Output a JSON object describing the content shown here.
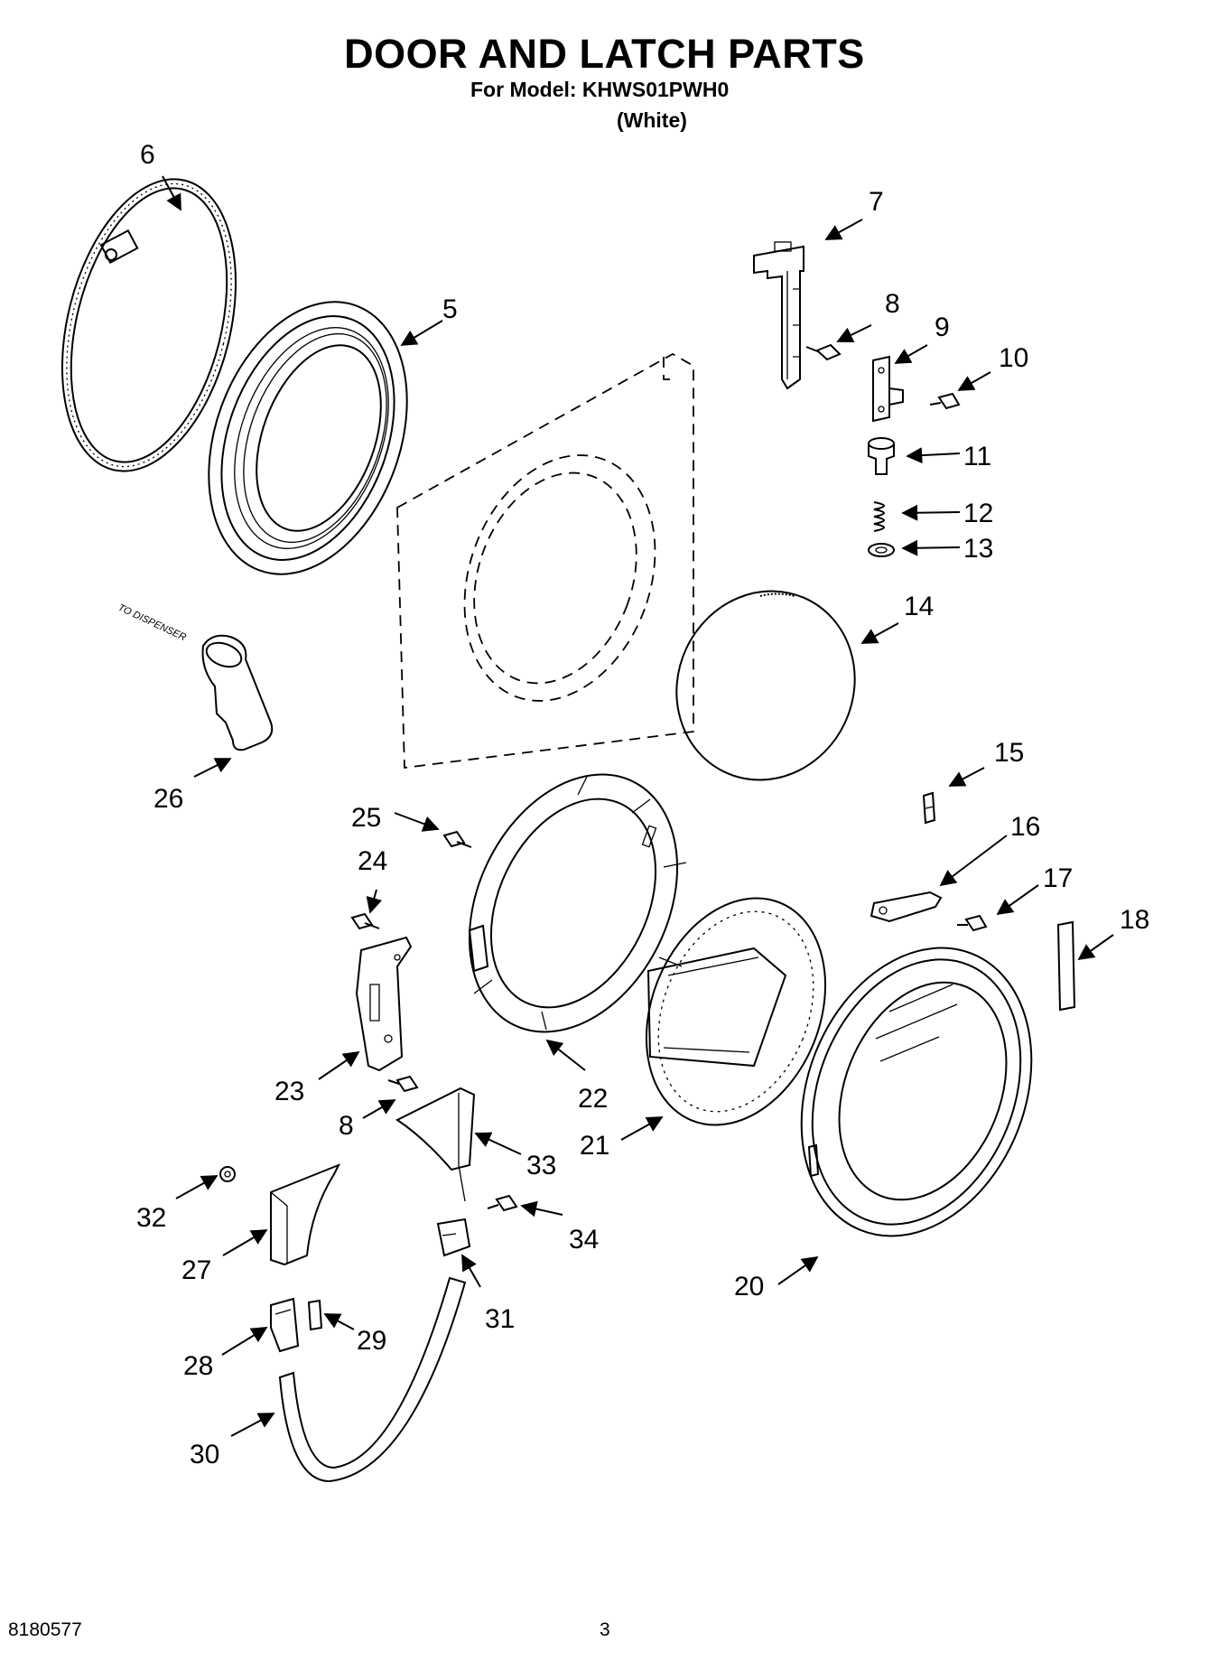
{
  "header": {
    "title": "DOOR AND LATCH PARTS",
    "model_line": "For Model: KHWS01PWH0",
    "variant": "(White)"
  },
  "footer": {
    "doc_number": "8180577",
    "page_number": "3"
  },
  "annotation": {
    "dispenser_note": "TO DISPENSER"
  },
  "callouts": {
    "c5": "5",
    "c6": "6",
    "c7": "7",
    "c8a": "8",
    "c8b": "8",
    "c9": "9",
    "c10": "10",
    "c11": "11",
    "c12": "12",
    "c13": "13",
    "c14": "14",
    "c15": "15",
    "c16": "16",
    "c17": "17",
    "c18": "18",
    "c20": "20",
    "c21": "21",
    "c22": "22",
    "c23": "23",
    "c24": "24",
    "c25": "25",
    "c26": "26",
    "c27": "27",
    "c28": "28",
    "c29": "29",
    "c30": "30",
    "c31": "31",
    "c32": "32",
    "c33": "33",
    "c34": "34"
  }
}
